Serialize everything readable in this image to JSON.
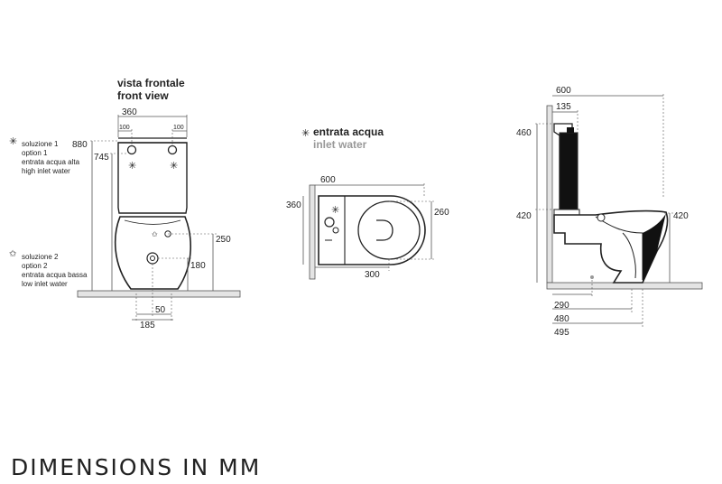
{
  "front": {
    "title_it": "vista frontale",
    "title_en": "front view",
    "width": "360",
    "inlet_left": "100",
    "inlet_right": "100",
    "height_total": "880",
    "height_tank": "745",
    "outlet_height": "250",
    "low_inlet_height": "180",
    "outlet_offset": "50",
    "bottom_cut": "185"
  },
  "legend": {
    "high_symbol": "✳",
    "high_it": "soluzione 1",
    "high_opt": "option 1",
    "high_desc_it": "entrata acqua alta",
    "high_desc_en": "high inlet water",
    "low_symbol": "✩",
    "low_it": "soluzione 2",
    "low_opt": "option 2",
    "low_desc_it": "entrata acqua bassa",
    "low_desc_en": "low inlet water"
  },
  "top": {
    "symbol": "✳",
    "label_it": "entrata acqua",
    "label_en": "inlet water",
    "length": "600",
    "width": "360",
    "bowl_width": "260",
    "centre": "300"
  },
  "side": {
    "length": "600",
    "tank_offset": "135",
    "tank_height": "460",
    "seat_height_left": "420",
    "seat_height_right": "420",
    "outlet_290": "290",
    "dim_480": "480",
    "dim_495": "495"
  },
  "footer": "DIMENSIONS IN MM",
  "colors": {
    "line": "#222222",
    "dim": "#555555",
    "floor": "#cfcfcf",
    "accent": "#999999"
  }
}
